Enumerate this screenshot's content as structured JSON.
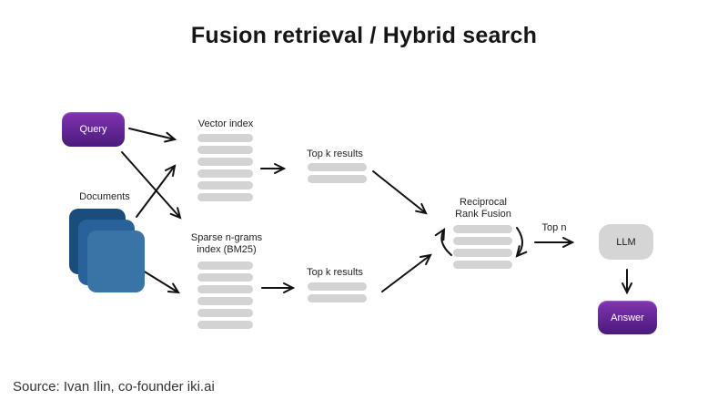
{
  "title": "Fusion retrieval / Hybrid search",
  "footer": {
    "source": "Source: Ivan Ilin, co-founder iki.ai"
  },
  "diagram": {
    "query": {
      "label": "Query"
    },
    "documents": {
      "label": "Documents"
    },
    "vector_index": {
      "label": "Vector index",
      "bar_count": 6
    },
    "sparse_index": {
      "label": "Sparse n-grams\nindex (BM25)",
      "bar_count": 6
    },
    "top_k_vector": {
      "label": "Top k results",
      "bar_count": 2
    },
    "top_k_sparse": {
      "label": "Top k results",
      "bar_count": 2
    },
    "rrf": {
      "label": "Reciprocal\nRank Fusion",
      "bar_count": 4
    },
    "top_n": {
      "label": "Top n"
    },
    "llm": {
      "label": "LLM"
    },
    "answer": {
      "label": "Answer"
    }
  },
  "colors": {
    "purple_light": "#8134b2",
    "purple_dark": "#4a1a7b",
    "doc_back": "#1b4d7c",
    "doc_middle": "#29629a",
    "doc_front": "#3a74a6",
    "bar_gray": "#d3d3d3",
    "llm_gray": "#d5d5d5",
    "arrow_color": "#111111"
  }
}
